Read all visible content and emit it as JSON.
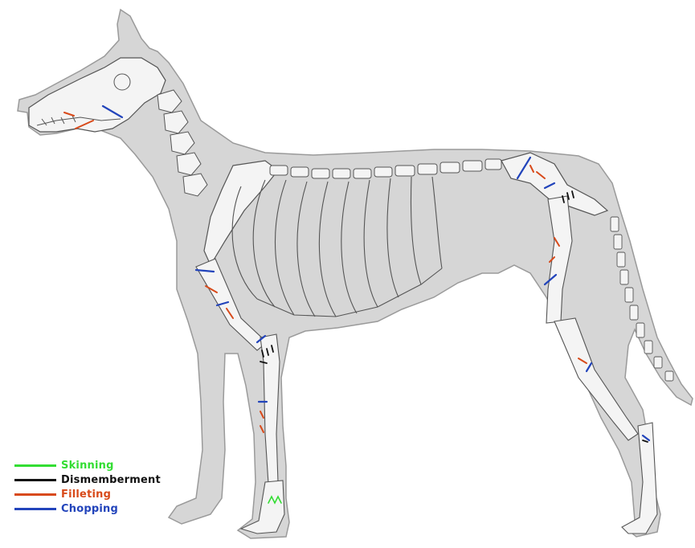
{
  "colors": {
    "skinning": "#33dd33",
    "dismemberment": "#111111",
    "filleting": "#d84a1a",
    "chopping": "#2244bb",
    "silhouette_fill": "#d6d6d6",
    "silhouette_stroke": "#9a9a9a",
    "bone_fill": "#f4f4f4",
    "bone_stroke": "#555555"
  },
  "legend": {
    "items": [
      {
        "key": "skinning",
        "label": "Skinning",
        "color": "#33dd33"
      },
      {
        "key": "dismemberment",
        "label": "Dismemberment",
        "color": "#111111"
      },
      {
        "key": "filleting",
        "label": "Filleting",
        "color": "#d84a1a"
      },
      {
        "key": "chopping",
        "label": "Chopping",
        "color": "#2244bb"
      }
    ]
  }
}
